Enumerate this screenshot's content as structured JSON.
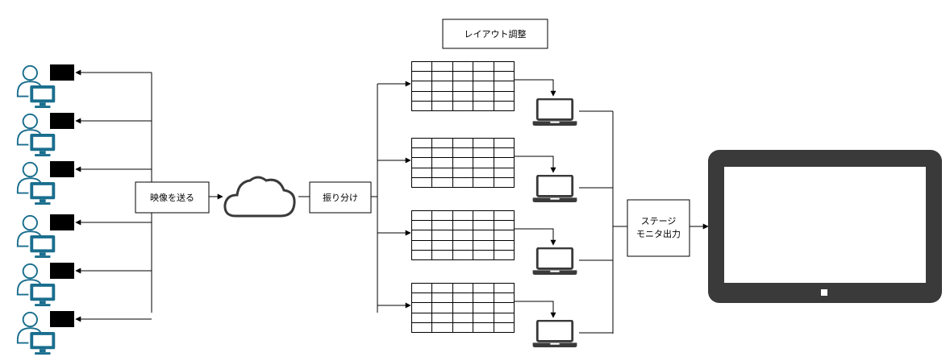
{
  "labels": {
    "send_video": "映像を送る",
    "distribute": "振り分け",
    "layout_adjust": "レイアウト調整",
    "stage_line1": "ステージ",
    "stage_line2": "モニタ出力"
  },
  "icons": {
    "user": "user-at-computer-icon",
    "camera": "webcam-icon",
    "cloud": "cloud-icon",
    "grid": "video-grid-icon",
    "laptop": "laptop-icon",
    "monitor": "stage-monitor-icon"
  },
  "colors": {
    "user_icon": "#1a6e8e",
    "device": "#3a3a3a",
    "stroke": "#000000"
  }
}
